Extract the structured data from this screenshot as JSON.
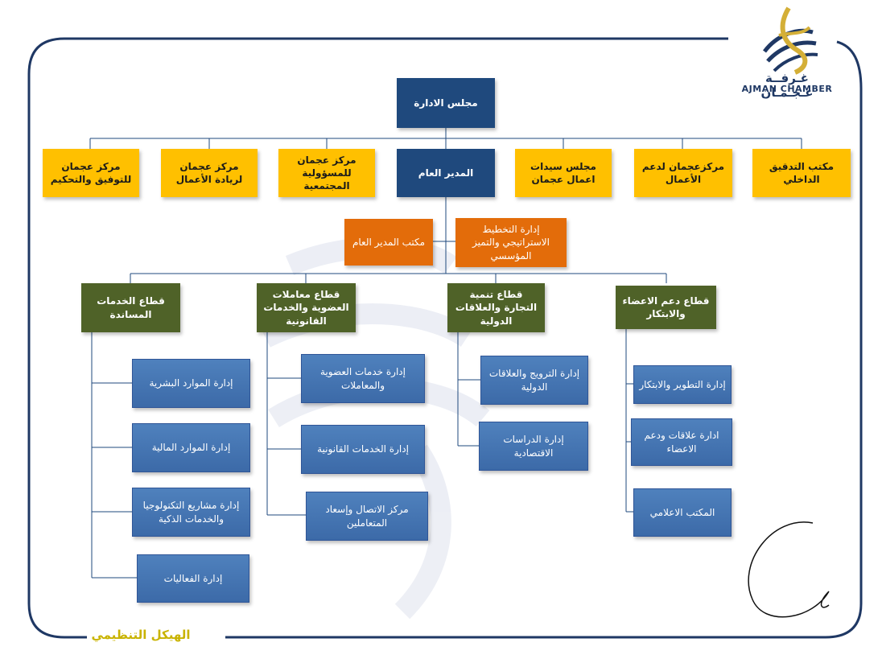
{
  "colors": {
    "navy": "#1f497d",
    "yellow": "#ffc000",
    "orange": "#e36c0a",
    "green": "#4f6228",
    "blue": "#4f81bd",
    "footer": "#c9b300"
  },
  "logo": {
    "arabic": "غـرفــة عـجـمـان",
    "english": "AJMAN CHAMBER",
    "icon": "ajman-chamber-logo-icon"
  },
  "footer_title": "الهيكل التنظيمي",
  "chart": {
    "board": "مجلس الادارة",
    "gm": "المدير العام",
    "top_units": {
      "internal_audit": "مكتب التدقيق الداخلي",
      "business_support": "مركزعجمان لدعم الأعمال",
      "businesswomen": "مجلس سيدات اعمال عجمان",
      "csr": "مركز عجمان للمسؤولية المجتمعية",
      "entrepreneurship": "مركز عجمان لريادة الأعمال",
      "arbitration": "مركز عجمان للتوفيق والتحكيم"
    },
    "gm_office": "مكتب المدير العام",
    "strategy": "إدارة التخطيط الاستراتيجي والتميز المؤسسي",
    "sectors": {
      "members": {
        "title": "قطاع دعم الاعضاء والابتكار",
        "depts": [
          "إدارة التطوير والابتكار",
          "ادارة علاقات ودعم الاعضاء",
          "المكتب الاعلامي"
        ]
      },
      "trade": {
        "title": "قطاع تنمية التجارة والعلاقات الدولية",
        "depts": [
          "إدارة الترويج والعلاقات الدولية",
          "إدارة الدراسات الاقتصادية"
        ]
      },
      "membership": {
        "title": "قطاع معاملات العضوية والخدمات القانونية",
        "depts": [
          "إدارة خدمات العضوية والمعاملات",
          "إدارة الخدمات القانونية",
          "مركز الاتصال وإسعاد المتعاملين"
        ]
      },
      "support": {
        "title": "قطاع الخدمات المساندة",
        "depts": [
          "إدارة الموارد البشرية",
          "إدارة الموارد المالية",
          "إدارة مشاريع التكنولوجيا والخدمات الذكية",
          "إدارة الفعاليات"
        ]
      }
    }
  }
}
